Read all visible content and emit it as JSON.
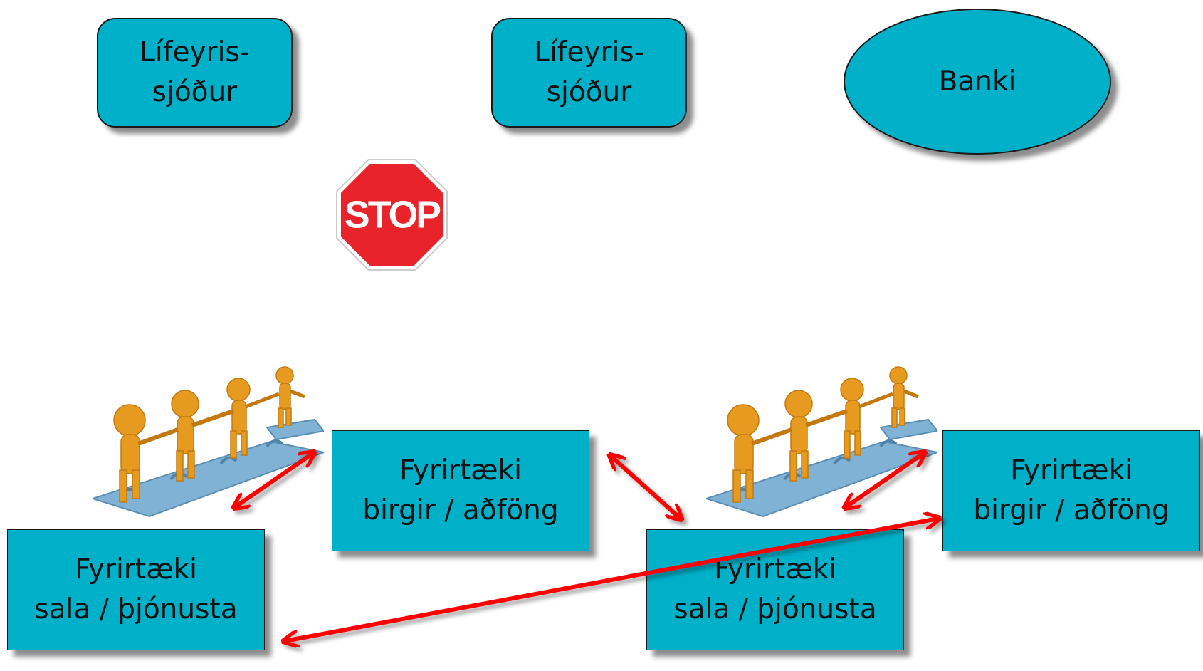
{
  "colors": {
    "box_fill": "#00afc8",
    "arrow": "#ff0000",
    "stop_red": "#e8232b",
    "figure": "#e69a1f",
    "puzzle": "#7fb2d4"
  },
  "nodes": {
    "pension_fund_1": "Lífeyris-\nsjóður",
    "pension_fund_2": "Lífeyris-\nsjóður",
    "bank": "Banki",
    "supplier_1": "Fyrirtæki\nbirgir / aðföng",
    "sales_1": "Fyrirtæki\nsala / þjónusta",
    "supplier_2": "Fyrirtæki\nbirgir / aðföng",
    "sales_2": "Fyrirtæki\nsala / þjónusta"
  },
  "stop_sign": {
    "label": "STOP",
    "icon": "stop-sign-icon"
  },
  "illustrations": [
    "team-on-puzzle-icon",
    "team-on-puzzle-icon"
  ]
}
